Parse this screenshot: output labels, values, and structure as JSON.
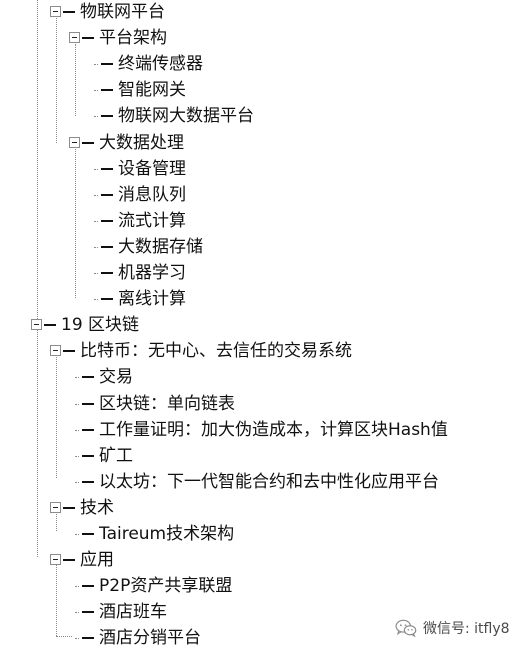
{
  "tree": [
    {
      "label": "物联网平台",
      "level": 1,
      "expanded": true,
      "children": [
        {
          "label": "平台架构",
          "level": 2,
          "expanded": true,
          "children": [
            {
              "label": "终端传感器",
              "level": 3
            },
            {
              "label": "智能网关",
              "level": 3
            },
            {
              "label": "物联网大数据平台",
              "level": 3
            }
          ]
        },
        {
          "label": "大数据处理",
          "level": 2,
          "expanded": true,
          "children": [
            {
              "label": "设备管理",
              "level": 3
            },
            {
              "label": "消息队列",
              "level": 3
            },
            {
              "label": "流式计算",
              "level": 3
            },
            {
              "label": "大数据存储",
              "level": 3
            },
            {
              "label": "机器学习",
              "level": 3
            },
            {
              "label": "离线计算",
              "level": 3
            }
          ]
        }
      ]
    },
    {
      "label": "19 区块链",
      "level": 0,
      "expanded": true,
      "children": [
        {
          "label": "比特币：无中心、去信任的交易系统",
          "level": 1,
          "expanded": true,
          "children": [
            {
              "label": "交易",
              "level": 2
            },
            {
              "label": "区块链：单向链表",
              "level": 2
            },
            {
              "label": "工作量证明：加大伪造成本，计算区块Hash值",
              "level": 2
            },
            {
              "label": "矿工",
              "level": 2
            },
            {
              "label": "以太坊：下一代智能合约和去中性化应用平台",
              "level": 2
            }
          ]
        },
        {
          "label": "技术",
          "level": 1,
          "expanded": true,
          "children": [
            {
              "label": "Taireum技术架构",
              "level": 2
            }
          ]
        },
        {
          "label": "应用",
          "level": 1,
          "expanded": true,
          "children": [
            {
              "label": "P2P资产共享联盟",
              "level": 2
            },
            {
              "label": "酒店班车",
              "level": 2
            },
            {
              "label": "酒店分销平台",
              "level": 2
            }
          ]
        }
      ]
    }
  ],
  "watermark": {
    "icon": "wechat-icon",
    "text": "微信号: itfly8",
    "color": "#4a4a4a"
  },
  "colors": {
    "text": "#111111",
    "lines": "#8a8a8a",
    "background": "#ffffff"
  }
}
